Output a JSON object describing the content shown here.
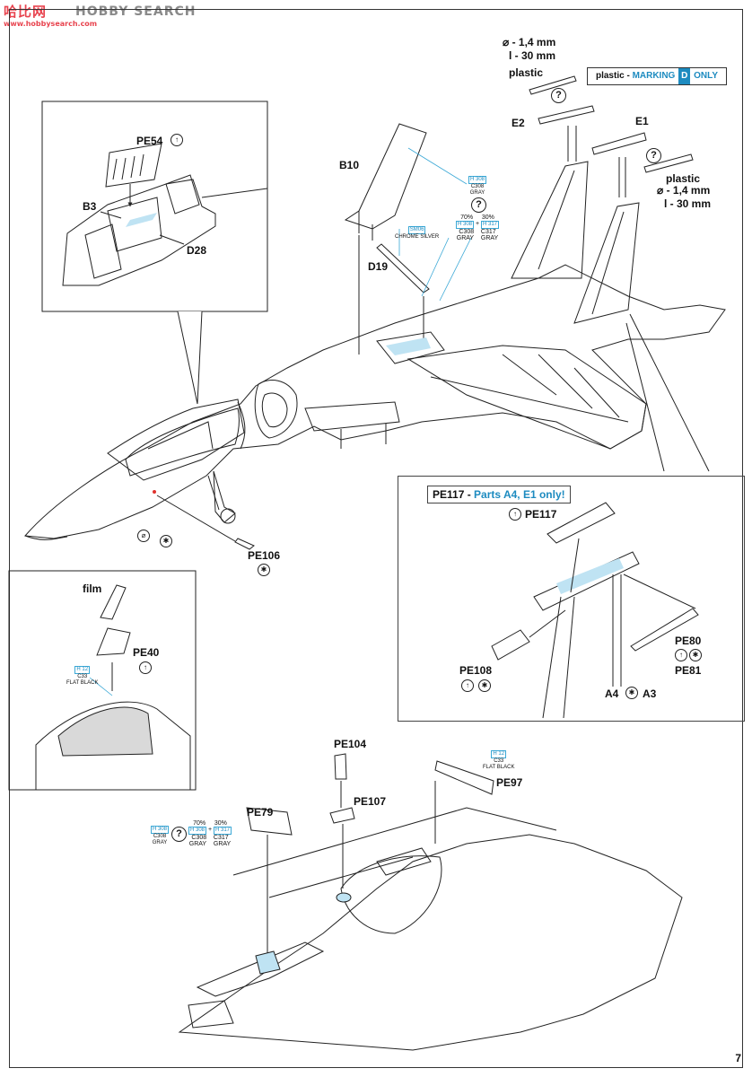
{
  "watermark": {
    "brand_cn": "哈比网",
    "brand_en": "HOBBY SEARCH",
    "url": "www.hobbysearch.com"
  },
  "page_number": "7",
  "marking_note": {
    "prefix": "plastic -",
    "marking": "MARKING",
    "letter": "D",
    "suffix": "ONLY"
  },
  "top_dims": {
    "diameter": "- 1,4 mm",
    "length": "l - 30 mm"
  },
  "right_dims": {
    "plastic": "plastic",
    "diameter": "- 1,4 mm",
    "length": "l - 30 mm"
  },
  "labels": {
    "plastic_top": "plastic",
    "e2": "E2",
    "e1": "E1",
    "b10": "B10",
    "d19": "D19",
    "pe54": "PE54",
    "b3": "B3",
    "d28": "D28",
    "pe106": "PE106",
    "film": "film",
    "pe40": "PE40",
    "pe104": "PE104",
    "pe107": "PE107",
    "pe97": "PE97",
    "pe79": "PE79",
    "pe117_title": "PE117 -",
    "pe117_note": "Parts A4, E1 only!",
    "pe117": "PE117",
    "pe80": "PE80",
    "pe81": "PE81",
    "pe108": "PE108",
    "a4": "A4",
    "a3": "A3"
  },
  "paint_notes": {
    "gray_h": "H 308",
    "gray_c": "C308",
    "gray": "GRAY",
    "silver_code": "SM06",
    "silver": "CHROME SILVER",
    "pct70": "70%",
    "pct30": "30%",
    "h317": "H 317",
    "c317": "C317",
    "black_h": "H 12",
    "black_c": "C33",
    "black": "FLAT BLACK"
  },
  "colors": {
    "accent": "#1d8bc0",
    "brand_red": "#e8444f"
  }
}
